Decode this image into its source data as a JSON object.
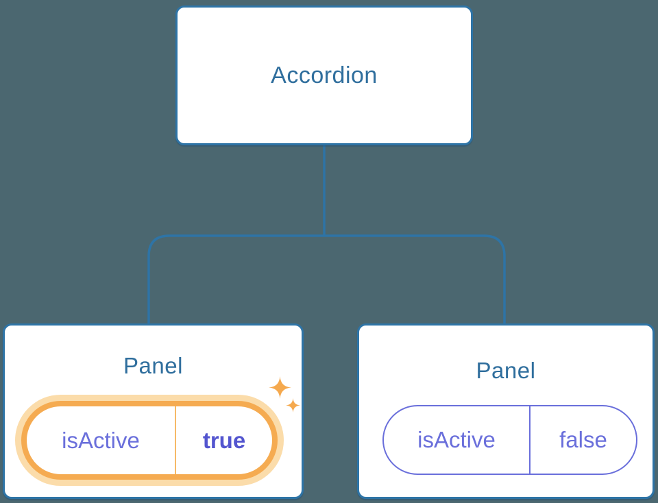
{
  "diagram": {
    "root": {
      "label": "Accordion"
    },
    "panels": [
      {
        "title": "Panel",
        "state": {
          "key": "isActive",
          "value": "true"
        },
        "highlighted": true
      },
      {
        "title": "Panel",
        "state": {
          "key": "isActive",
          "value": "false"
        },
        "highlighted": false
      }
    ]
  },
  "icons": {
    "highlight": "sparkle-icon"
  },
  "colors": {
    "background": "#4b6770",
    "node_fill": "#ffffff",
    "node_border": "#2e74a6",
    "connector": "#2e74a6",
    "heading_text": "#2f6e9d",
    "state_text": "#6a6fdb",
    "state_value_bold": "#5355cf",
    "highlight_ring": "#f5ab51",
    "highlight_glow": "#fbdcaa",
    "sparkle": "#f5a94e"
  }
}
